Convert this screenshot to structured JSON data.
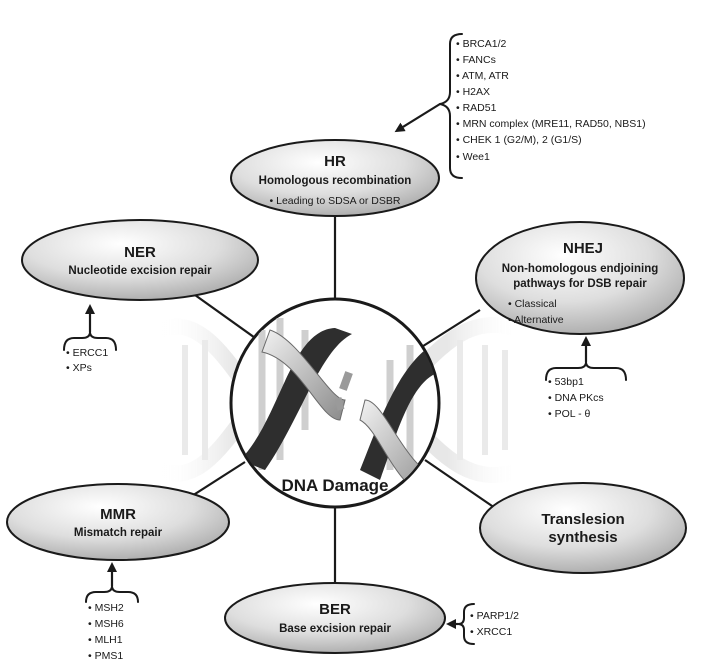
{
  "center": {
    "label": "DNA Damage"
  },
  "pathways": {
    "hr": {
      "title": "HR",
      "subtitle": "Homologous recombination",
      "bullets": [
        "• Leading to SDSA or DSBR"
      ]
    },
    "ner": {
      "title": "NER",
      "subtitle": "Nucleotide excision repair"
    },
    "nhej": {
      "title": "NHEJ",
      "subtitle_lines": [
        "Non-homologous endjoining",
        "pathways for DSB repair"
      ],
      "bullets": [
        "• Classical",
        "• Alternative"
      ]
    },
    "mmr": {
      "title": "MMR",
      "subtitle": "Mismatch repair"
    },
    "tls": {
      "title_lines": [
        "Translesion",
        "synthesis"
      ]
    },
    "ber": {
      "title": "BER",
      "subtitle": "Base excision repair"
    }
  },
  "factors": {
    "hr": [
      "• BRCA1/2",
      "• FANCs",
      "• ATM, ATR",
      "• H2AX",
      "• RAD51",
      "• MRN complex (MRE11, RAD50, NBS1)",
      "• CHEK 1 (G2/M), 2 (G1/S)",
      "• Wee1"
    ],
    "ner": [
      "• ERCC1",
      "• XPs"
    ],
    "nhej": [
      "• 53bp1",
      "• DNA PKcs",
      "• POL - θ"
    ],
    "mmr": [
      "• MSH2",
      "• MSH6",
      "• MLH1",
      "• PMS1"
    ],
    "ber": [
      "• PARP1/2",
      "• XRCC1"
    ]
  },
  "colors": {
    "ellipse_light": "#ffffff",
    "ellipse_dark": "#b4b4b4",
    "ink": "#1a1a1a",
    "helix_dark": "#2e2e2e",
    "helix_light": "#d8d8d8"
  }
}
